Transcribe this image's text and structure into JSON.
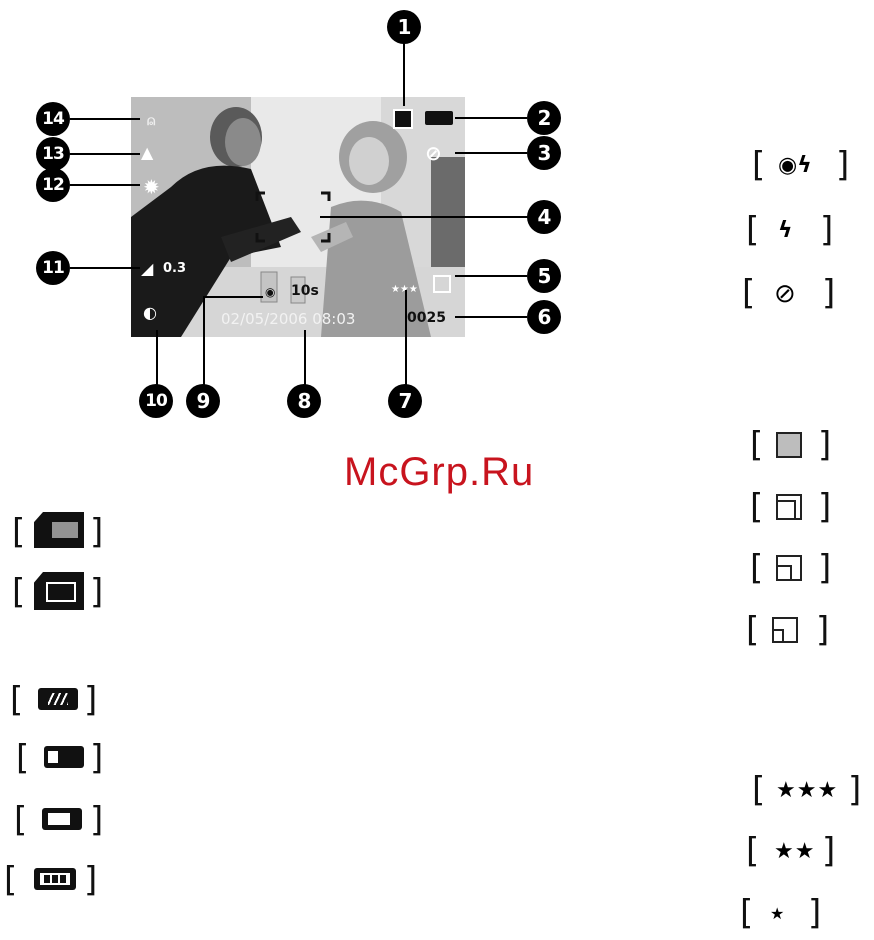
{
  "watermark": "McGrp.Ru",
  "callouts": [
    "1",
    "2",
    "3",
    "4",
    "5",
    "6",
    "7",
    "8",
    "9",
    "10",
    "11",
    "12",
    "13",
    "14"
  ],
  "overlay": {
    "ev_value": "0.3",
    "self_timer": "10s",
    "datetime": "02/05/2006 08:03",
    "shots_remaining": "0025"
  },
  "stars": {
    "three": "★★★",
    "two": "★★",
    "one": "★"
  },
  "colors": {
    "watermark": "#c8141e",
    "ink": "#000000"
  }
}
